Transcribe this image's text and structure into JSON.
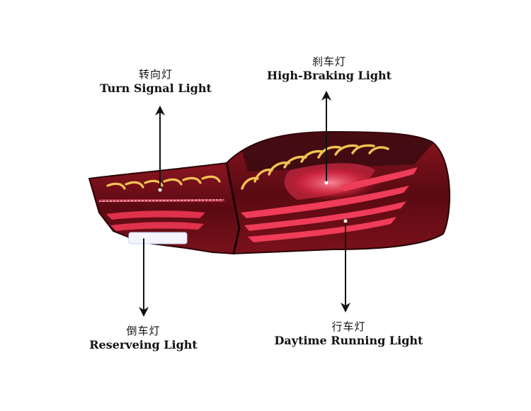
{
  "labels": {
    "turn_signal": {
      "zh": "转向灯",
      "en": "Turn Signal Light"
    },
    "high_braking": {
      "zh": "刹车灯",
      "en": "High-Braking Light"
    },
    "reversing": {
      "zh": "倒车灯",
      "en": "Reserveing Light"
    },
    "daytime_running": {
      "zh": "行车灯",
      "en": "Daytime Running Light"
    }
  },
  "colors": {
    "housing": "#6e0d16",
    "housing_edge": "#2a0307",
    "led_red": "#ff4d6a",
    "amber": "#f3c254",
    "arrow": "#111111"
  }
}
